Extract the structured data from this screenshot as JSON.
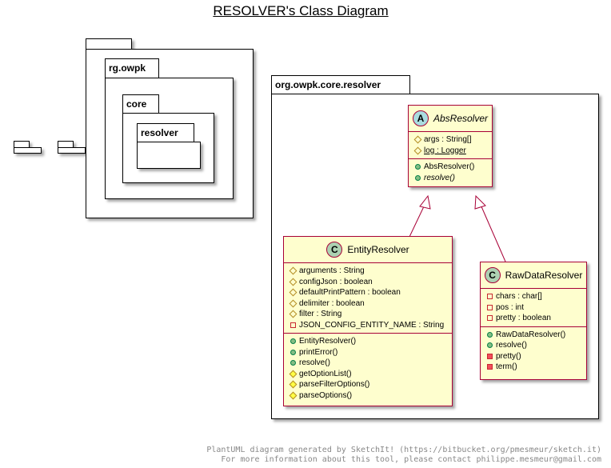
{
  "title": "RESOLVER's Class Diagram",
  "packages": {
    "outer_label": "",
    "rg_owpk_label": "rg.owpk",
    "core_label": "core",
    "resolver_label": "resolver",
    "main_label": "org.owpk.core.resolver"
  },
  "classes": {
    "abs_resolver": {
      "spot": "A",
      "spot_color": "#A9DCDF",
      "name": "AbsResolver",
      "fields": [
        {
          "vis": "protected",
          "text": "args : String[]",
          "static": false
        },
        {
          "vis": "protected",
          "text": "log : Logger",
          "static": true
        }
      ],
      "methods": [
        {
          "vis": "public",
          "text": "AbsResolver()",
          "abstract": false
        },
        {
          "vis": "public",
          "text": "resolve()",
          "abstract": true
        }
      ]
    },
    "entity_resolver": {
      "spot": "C",
      "spot_color": "#ADD1B2",
      "name": "EntityResolver",
      "fields": [
        {
          "vis": "protected",
          "text": "arguments : String"
        },
        {
          "vis": "protected",
          "text": "configJson : boolean"
        },
        {
          "vis": "protected",
          "text": "defaultPrintPattern : boolean"
        },
        {
          "vis": "protected",
          "text": "delimiter : boolean"
        },
        {
          "vis": "protected",
          "text": "filter : String"
        },
        {
          "vis": "private",
          "text": "JSON_CONFIG_ENTITY_NAME : String"
        }
      ],
      "methods": [
        {
          "vis": "public",
          "text": "EntityResolver()"
        },
        {
          "vis": "public",
          "text": "printError()"
        },
        {
          "vis": "public",
          "text": "resolve()"
        },
        {
          "vis": "protected",
          "text": "getOptionList()"
        },
        {
          "vis": "protected",
          "text": "parseFilterOptions()"
        },
        {
          "vis": "protected",
          "text": "parseOptions()"
        }
      ]
    },
    "raw_data_resolver": {
      "spot": "C",
      "spot_color": "#ADD1B2",
      "name": "RawDataResolver",
      "fields": [
        {
          "vis": "private",
          "text": "chars : char[]"
        },
        {
          "vis": "private",
          "text": "pos : int"
        },
        {
          "vis": "private",
          "text": "pretty : boolean"
        }
      ],
      "methods": [
        {
          "vis": "public",
          "text": "RawDataResolver()"
        },
        {
          "vis": "public",
          "text": "resolve()"
        },
        {
          "vis": "private",
          "text": "pretty()"
        },
        {
          "vis": "private",
          "text": "term()"
        }
      ]
    }
  },
  "colors": {
    "class_fill": "#FEFECE",
    "class_border": "#A80036",
    "edge": "#A80036"
  },
  "footer": {
    "line1": "PlantUML diagram generated by SketchIt! (https://bitbucket.org/pmesmeur/sketch.it)",
    "line2": "For more information about this tool, please contact philippe.mesmeur@gmail.com"
  }
}
